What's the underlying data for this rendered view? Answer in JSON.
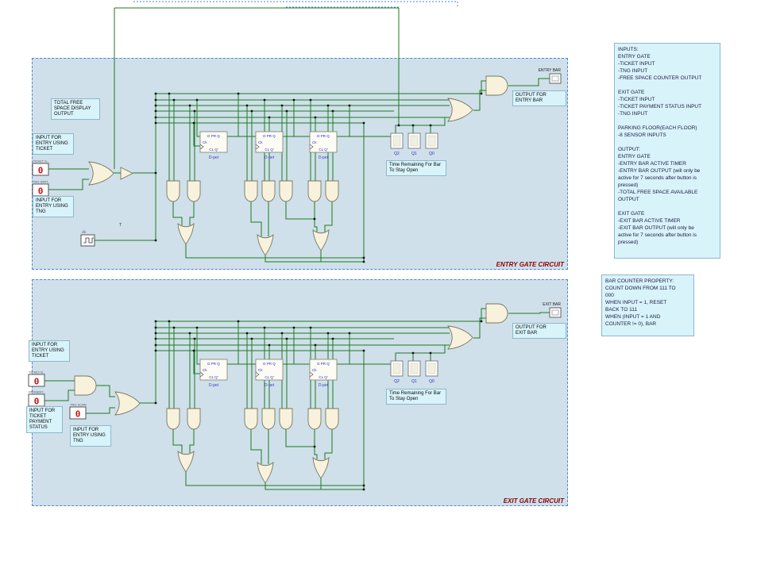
{
  "theme": {
    "region_fill": "#cfe0ea",
    "region_border": "#4f84d8",
    "wire_color": "#1e7a1e",
    "gate_fill": "#f8f2dd",
    "note_fill": "#d9f3fb",
    "region_label_color": "#8b0000",
    "switch_digit_color": "#cc1111"
  },
  "entry": {
    "region_label": "ENTRY GATE CIRCUIT",
    "notes": {
      "total_free_space": "TOTAL FREE\nSPACE DISPLAY\nOUTPUT",
      "input_ticket": "INPUT FOR\nENTRY USING\nTICKET",
      "input_tng": "INPUT FOR\nENTRY USING\nTNG",
      "output_bar": "OUTPUT FOR\nENTRY BAR",
      "time_remaining": "Time Remaining For Bar\nTo Stay Open"
    },
    "bar_pin_label": "ENTRY BAR",
    "clock_label": "clk",
    "t_label": "T",
    "switches": [
      {
        "label": "TICKET S...",
        "value": "0"
      },
      {
        "label": "TNG SWIT...",
        "value": "0"
      }
    ],
    "displays": [
      "Q2",
      "Q1",
      "Q0"
    ]
  },
  "exit": {
    "region_label": "EXIT GATE CIRCUIT",
    "notes": {
      "input_ticket": "INPUT FOR\nENTRY USING\nTICKET",
      "payment_status": "INPUT FOR\nTICKET\nPAYMENT\nSTATUS",
      "input_tng": "INPUT FOR\nENTRY USING\nTNG",
      "output_bar": "OUTPUT FOR\nEXIT BAR",
      "time_remaining": "Time Remaining For Bar\nTo Stay Open"
    },
    "bar_pin_label": "EXIT BAR",
    "switches": [
      {
        "label": "TICKET B...",
        "value": "0"
      },
      {
        "label": "PAYMENT...",
        "value": "0"
      },
      {
        "label": "TNG SCAN",
        "value": "0"
      }
    ],
    "displays": [
      "Q2",
      "Q1",
      "Q0"
    ]
  },
  "flipflop": {
    "row1": "D PR Q",
    "row2": "Ck",
    "row3": "CL Q'",
    "caption": "D-pet"
  },
  "side_notes": {
    "io_note": "INPUTS:\nENTRY GATE\n-TICKET INPUT\n-TNG INPUT\n-FREE SPACE COUNTER OUTPUT\n\nEXIT GATE\n-TICKET INPUT\n-TICKET PAYMENT STATUS INPUT\n-TNG INPUT\n\nPARKING FLOOR(EACH FLOOR)\n-8 SENSOR INPUTS\n\nOUTPUT:\nENTRY GATE\n-ENTRY BAR ACTIVE TIMER\n-ENTRY BAR OUTPUT (will only be\nactive for 7 seconds after button is\npressed)\n-TOTAL FREE SPACE AVAILABLE\nOUTPUT\n\nEXIT GATE\n-EXIT BAR ACTIVE TIMER\n-EXIT BAR OUTPUT (will only be\nactive for 7 seconds after button is\npressed)",
    "bar_counter_note": "BAR COUNTER PROPERTY:\nCOUNT DOWN FROM 111 TO\n000\nWHEN INPUT = 1, RESET\nBACK TO 111\nWHEN (INPUT = 1 AND\nCOUNTER != 0), BAR"
  }
}
